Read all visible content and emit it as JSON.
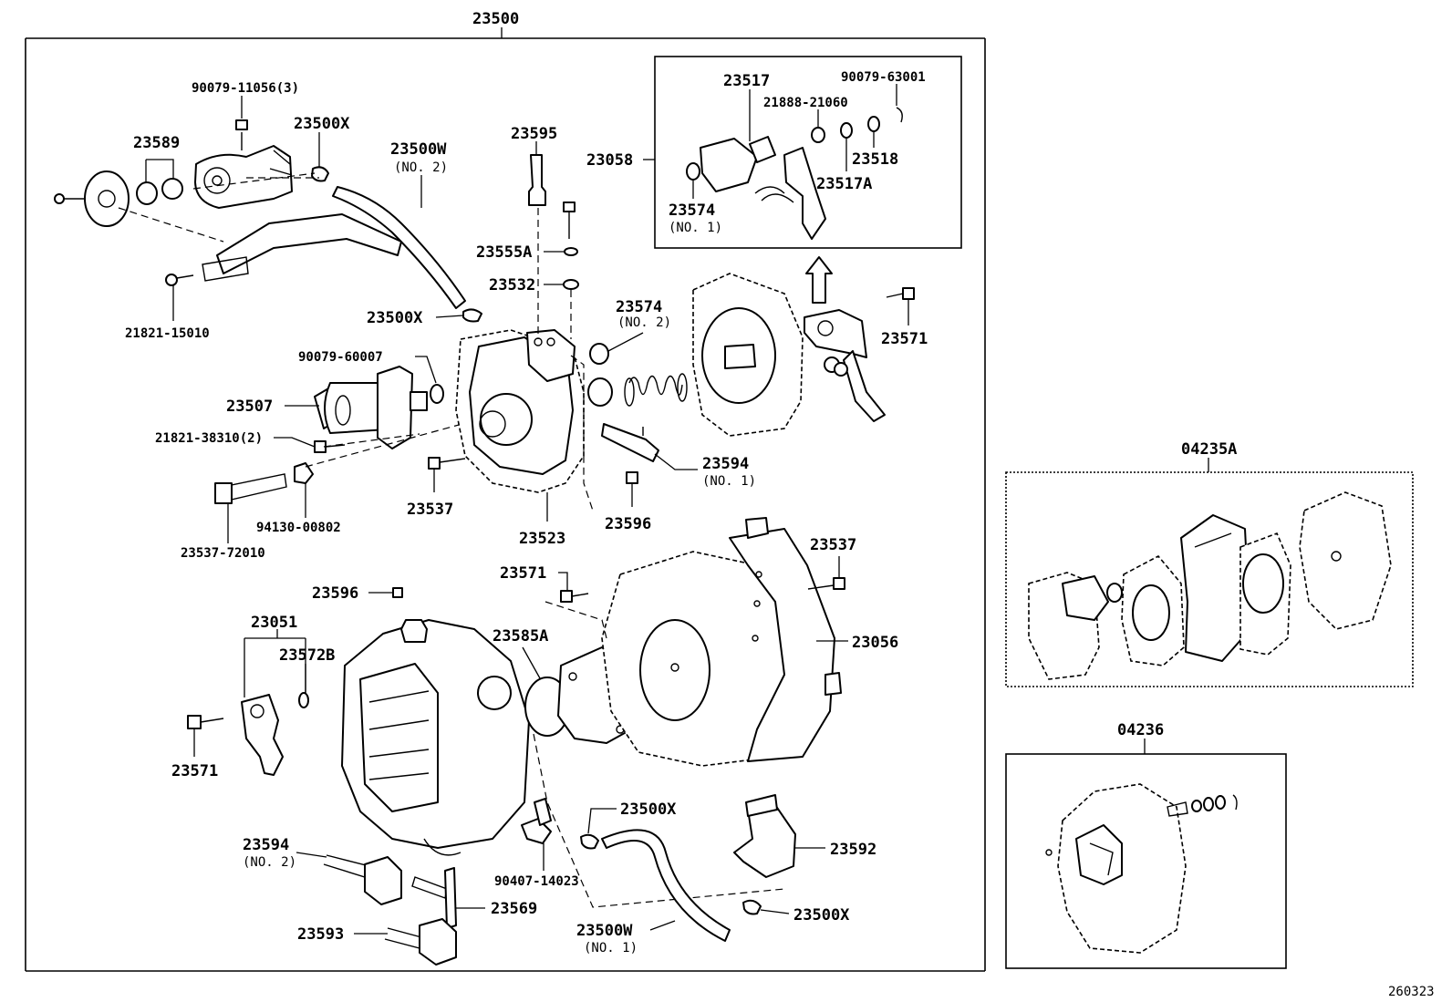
{
  "labels": {
    "main_assembly": "23500",
    "kit_a": "04235A",
    "kit_b": "04236",
    "figure_ref": "260323",
    "p_90079_11056": "90079-11056(3)",
    "p_23589": "23589",
    "p_23500x_1": "23500X",
    "p_23500w_top": "23500W",
    "p_23500w_top_sub": "(NO. 2)",
    "p_21821_15010": "21821-15010",
    "p_23500x_2": "23500X",
    "p_90079_60007": "90079-60007",
    "p_23507": "23507",
    "p_21821_38310": "21821-38310(2)",
    "p_23537_72010": "23537-72010",
    "p_94130_00802": "94130-00802",
    "p_23537_a": "23537",
    "p_23523": "23523",
    "p_23595": "23595",
    "p_23555a": "23555A",
    "p_23532": "23532",
    "p_23574_no2": "23574",
    "p_23574_no2_sub": "(NO. 2)",
    "p_23594_no1": "23594",
    "p_23594_no1_sub": "(NO. 1)",
    "p_23596_a": "23596",
    "p_23058": "23058",
    "p_23517": "23517",
    "p_90079_63001": "90079-63001",
    "p_21888_21060": "21888-21060",
    "p_23518": "23518",
    "p_23517a": "23517A",
    "p_23574_no1": "23574",
    "p_23574_no1_sub": "(NO. 1)",
    "p_23571_a": "23571",
    "p_23537_b": "23537",
    "p_23571_b": "23571",
    "p_23596_b": "23596",
    "p_23051": "23051",
    "p_23572b": "23572B",
    "p_23571_c": "23571",
    "p_23585a": "23585A",
    "p_23056": "23056",
    "p_23594_no2": "23594",
    "p_23594_no2_sub": "(NO. 2)",
    "p_23569": "23569",
    "p_23593": "23593",
    "p_90407_14023": "90407-14023",
    "p_23500x_3": "23500X",
    "p_23500w_bot": "23500W",
    "p_23500w_bot_sub": "(NO. 1)",
    "p_23592": "23592",
    "p_23500x_4": "23500X"
  }
}
